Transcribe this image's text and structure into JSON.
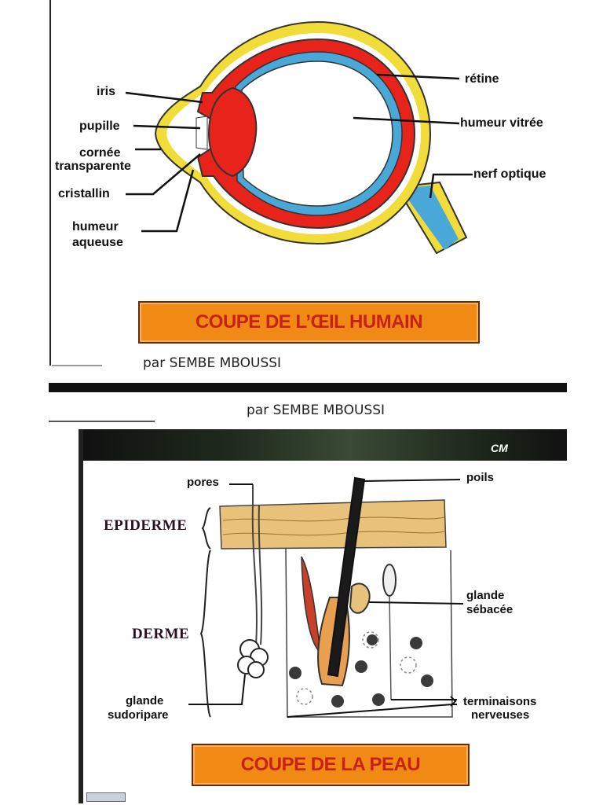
{
  "eye": {
    "labels": {
      "iris": "iris",
      "pupille": "pupille",
      "cornee_1": "cornée",
      "cornee_2": "transparente",
      "cristallin": "cristallin",
      "humeur_aqueuse_1": "humeur",
      "humeur_aqueuse_2": "aqueuse",
      "retine": "rétine",
      "humeur_vitree": "humeur vitrée",
      "nerf_optique": "nerf optique"
    },
    "title": "COUPE DE L’ŒIL HUMAIN",
    "credit": "par SEMBE MBOUSSI"
  },
  "skin": {
    "credit": "par SEMBE MBOUSSI",
    "header_tag": "CM",
    "layers": {
      "epiderme": "EPIDERME",
      "derme": "DERME"
    },
    "labels": {
      "pores": "pores",
      "poils": "poils",
      "glande_sebacee_1": "glande",
      "glande_sebacee_2": "sébacée",
      "glande_sudoripare_1": "glande",
      "glande_sudoripare_2": "sudoripare",
      "terminaisons_1": "terminaisons",
      "terminaisons_2": "nerveuses"
    },
    "title": "COUPE DE LA PEAU"
  },
  "colors": {
    "sclera_yellow": "#f2dc3a",
    "choroid_red": "#e8231a",
    "retina_blue": "#4aa8d8",
    "banner_orange": "#f08a14",
    "banner_text": "#c8201c",
    "epidermis": "#e8c27a",
    "header_dark": "#1e2a1c"
  }
}
